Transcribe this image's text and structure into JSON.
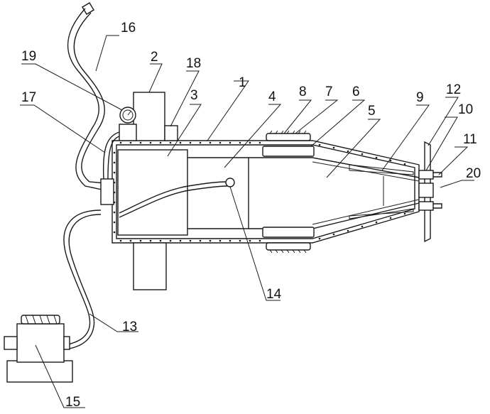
{
  "figure": {
    "background": "#ffffff",
    "line_color": "#1a1a1a",
    "labels": {
      "n1": "1",
      "n2": "2",
      "n3": "3",
      "n4": "4",
      "n5": "5",
      "n6": "6",
      "n7": "7",
      "n8": "8",
      "n9": "9",
      "n10": "10",
      "n11": "11",
      "n12": "12",
      "n13": "13",
      "n14": "14",
      "n15": "15",
      "n16": "16",
      "n17": "17",
      "n18": "18",
      "n19": "19",
      "n20": "20"
    }
  }
}
